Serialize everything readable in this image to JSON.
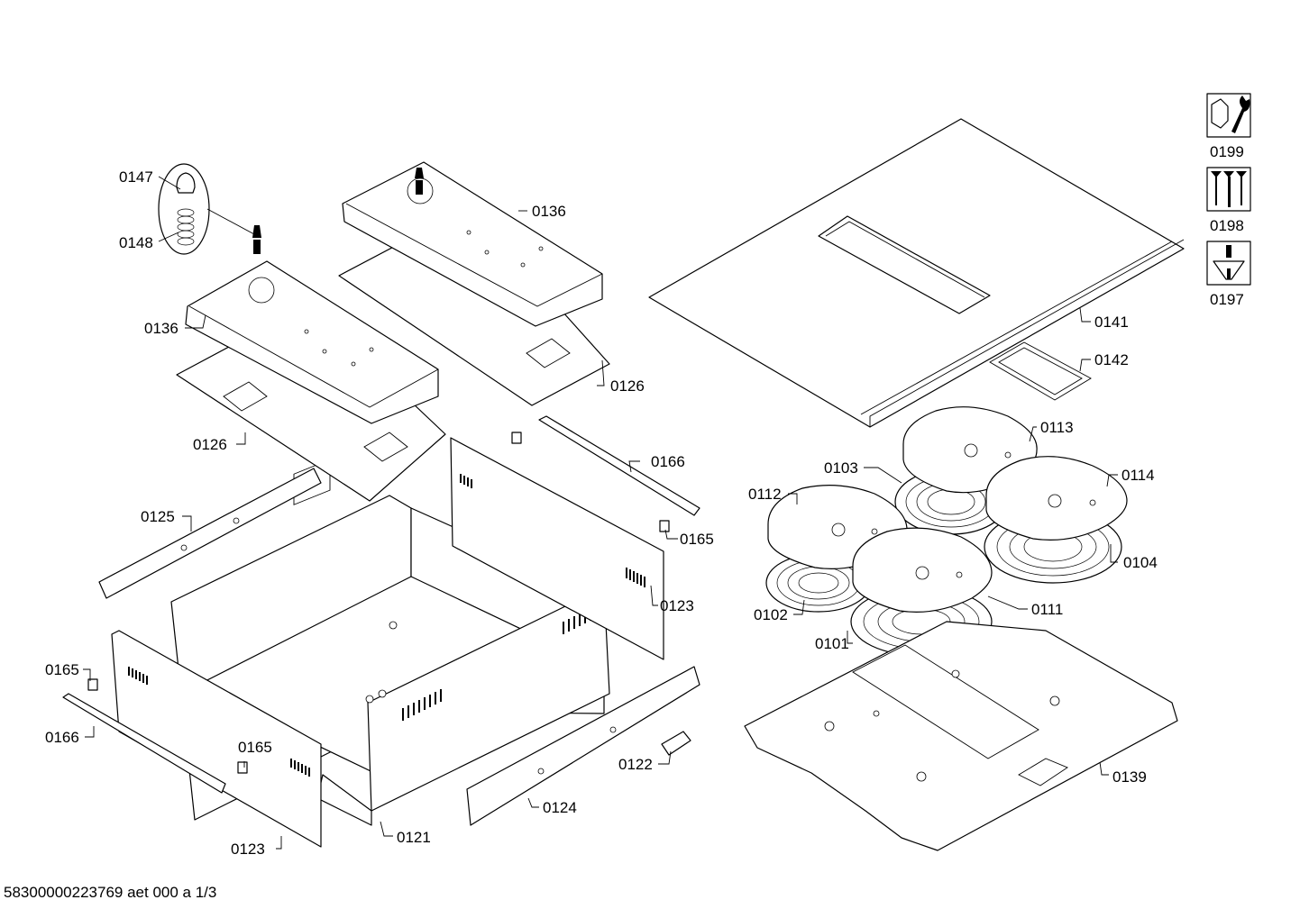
{
  "footer": {
    "document_id": "58300000223769 aet 000 a 1/3"
  },
  "callouts": {
    "c0147": "0147",
    "c0148": "0148",
    "c0136a": "0136",
    "c0136b": "0136",
    "c0126a": "0126",
    "c0126b": "0126",
    "c0125": "0125",
    "c0166a": "0166",
    "c0166b": "0166",
    "c0165a": "0165",
    "c0165b": "0165",
    "c0165c": "0165",
    "c0123a": "0123",
    "c0123b": "0123",
    "c0121": "0121",
    "c0124": "0124",
    "c0122": "0122",
    "c0141": "0141",
    "c0142": "0142",
    "c0113": "0113",
    "c0103": "0103",
    "c0114": "0114",
    "c0112": "0112",
    "c0104": "0104",
    "c0111": "0111",
    "c0102": "0102",
    "c0101": "0101",
    "c0139": "0139"
  },
  "tool_icons": [
    {
      "code": "0199",
      "icon": "nut-wrench-icon"
    },
    {
      "code": "0198",
      "icon": "screws-icon"
    },
    {
      "code": "0197",
      "icon": "screwdriver-icon"
    }
  ]
}
